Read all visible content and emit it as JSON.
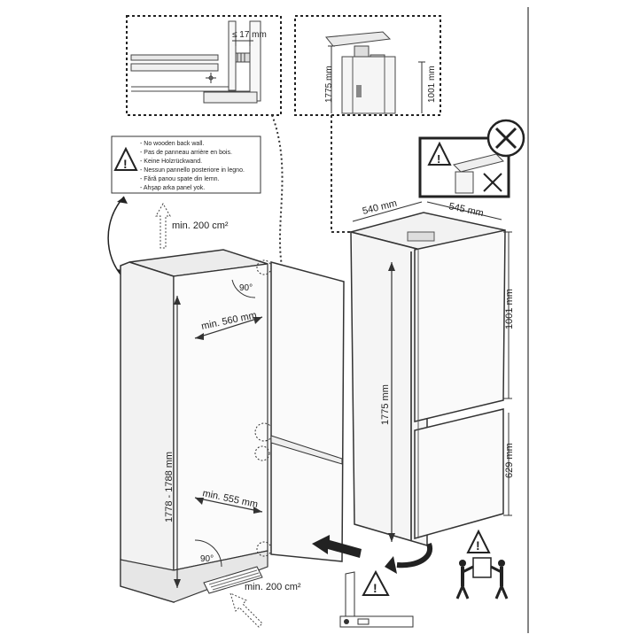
{
  "colors": {
    "ink": "#222222",
    "line": "#333333",
    "panel": "#f2f2f2",
    "door": "#fafafa"
  },
  "detail_top_left": {
    "gap_label": "≤ 17 mm"
  },
  "detail_top_right": {
    "height_label": "1775 mm",
    "upper_label": "1001 mm"
  },
  "warning_back_wall": {
    "icon": "warning-triangle-icon",
    "lines": [
      "- No wooden back wall.",
      "- Pas de panneau arrière en bois.",
      "- Keine Holzrückwand.",
      "- Nessun pannello posteriore in legno.",
      "- Fără panou spate din lemn.",
      "- Ahşap arka panel yok."
    ]
  },
  "ventilation_top_label": "min. 200 cm²",
  "ventilation_bottom_label": "min. 200 cm²",
  "niche": {
    "height_label": "1778 - 1788 mm",
    "width_label": "min. 560 mm",
    "depth_label": "min. 555 mm",
    "angle_top": "90°",
    "angle_bottom": "90°"
  },
  "appliance": {
    "width_label": "540 mm",
    "depth_label": "545 mm",
    "height_label": "1775 mm",
    "upper_label": "1001 mm",
    "lower_label": "629 mm"
  },
  "prohibited_detail": {
    "icon": "cross-circle-icon"
  },
  "two_person_lift": {
    "icon": "two-person-lift-icon"
  },
  "level_tool": {
    "icon": "spirit-level-icon"
  }
}
